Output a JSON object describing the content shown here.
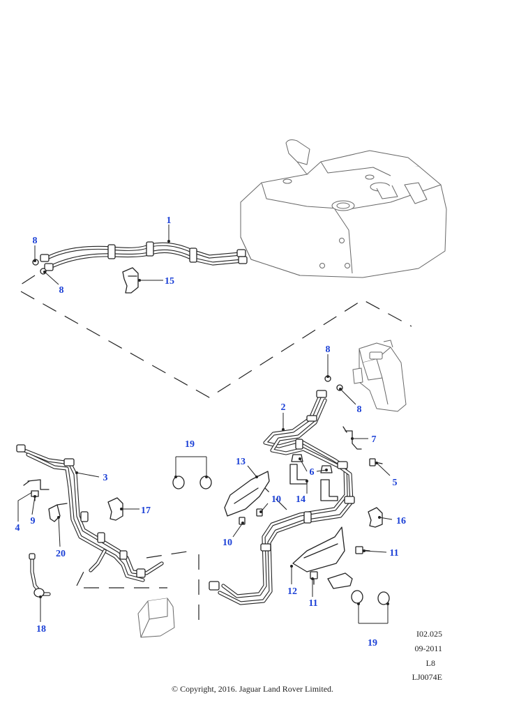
{
  "callouts": {
    "c1": "1",
    "c2": "2",
    "c3": "3",
    "c4": "4",
    "c5": "5",
    "c6": "6",
    "c7": "7",
    "c8a": "8",
    "c8b": "8",
    "c8c": "8",
    "c8d": "8",
    "c9": "9",
    "c10a": "10",
    "c10b": "10",
    "c11a": "11",
    "c11b": "11",
    "c12": "12",
    "c13": "13",
    "c14": "14",
    "c15": "15",
    "c16": "16",
    "c17": "17",
    "c18": "18",
    "c19a": "19",
    "c19b": "19",
    "c20": "20"
  },
  "meta": {
    "ref": "I02.025",
    "date": "09-2011",
    "code": "L8",
    "illustration_id": "LJ0074E"
  },
  "copyright": "© Copyright, 2016. Jaguar Land Rover Limited.",
  "colors": {
    "callout": "#1a3fd6",
    "line": "#222222",
    "ghost": "#666666"
  }
}
